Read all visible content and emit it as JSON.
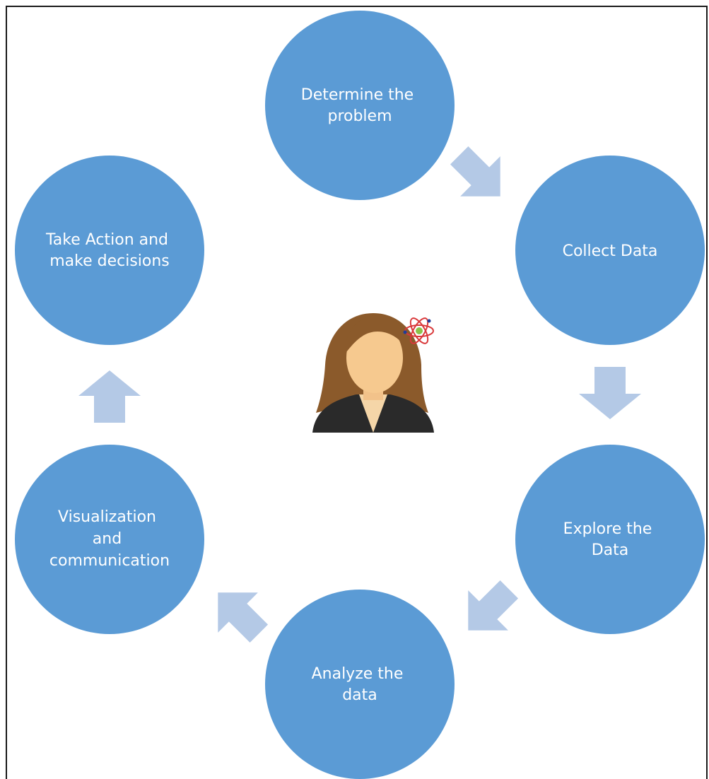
{
  "colors": {
    "node_fill": "#5b9bd5",
    "arrow_fill": "#b4c9e6",
    "label_text": "#ffffff",
    "frame_border": "#1a1a1a",
    "background": "#ffffff"
  },
  "center_figure": {
    "icon": "data-scientist-avatar-icon",
    "badge_icon": "atom-icon"
  },
  "cycle": {
    "nodes": [
      {
        "id": "determine",
        "lines": [
          "Determine the",
          "problem"
        ]
      },
      {
        "id": "collect",
        "lines": [
          "Collect Data"
        ]
      },
      {
        "id": "explore",
        "lines": [
          "Explore the",
          "Data"
        ]
      },
      {
        "id": "analyze",
        "lines": [
          "Analyze the",
          "data"
        ]
      },
      {
        "id": "visualize",
        "lines": [
          "Visualization",
          "and",
          "communication"
        ]
      },
      {
        "id": "action",
        "lines": [
          "Take Action and",
          "make decisions"
        ]
      }
    ],
    "arrows": [
      {
        "from": "determine",
        "to": "collect",
        "icon": "arrow-down-right-icon"
      },
      {
        "from": "collect",
        "to": "explore",
        "icon": "arrow-down-icon"
      },
      {
        "from": "explore",
        "to": "analyze",
        "icon": "arrow-down-left-icon"
      },
      {
        "from": "analyze",
        "to": "visualize",
        "icon": "arrow-up-left-icon"
      },
      {
        "from": "visualize",
        "to": "action",
        "icon": "arrow-up-icon"
      }
    ]
  }
}
